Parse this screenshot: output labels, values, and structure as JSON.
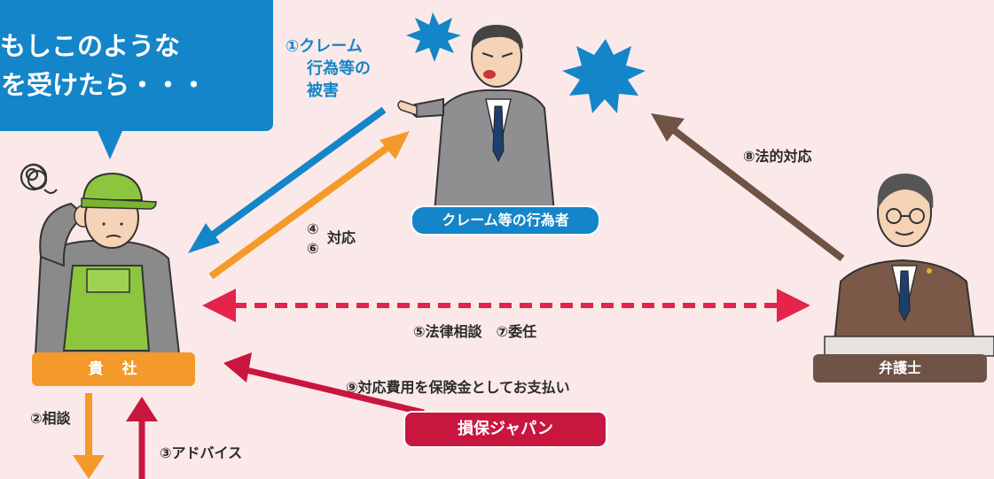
{
  "speech": {
    "line1": "もしこのような",
    "line2": "害を受けたら・・・"
  },
  "labels": {
    "step1_line1": "①クレーム",
    "step1_line2": "行為等の",
    "step1_line3": "被害",
    "step2": "②相談",
    "step3": "③アドバイス",
    "step4": "④",
    "step4_6_text": "対応",
    "step6": "⑥",
    "step5_7": "⑤法律相談　⑦委任",
    "step8": "⑧法的対応",
    "step9": "⑨対応費用を保険金としてお支払い"
  },
  "actors": {
    "claimant": "クレーム等の行為者",
    "company": "貴　社",
    "lawyer": "弁護士",
    "insurer": "損保ジャパン"
  },
  "colors": {
    "background": "#fbe9e9",
    "blue": "#1485c8",
    "orange": "#f39a2a",
    "red": "#c8163f",
    "brown": "#6f5346",
    "lime": "#8cc63f"
  }
}
